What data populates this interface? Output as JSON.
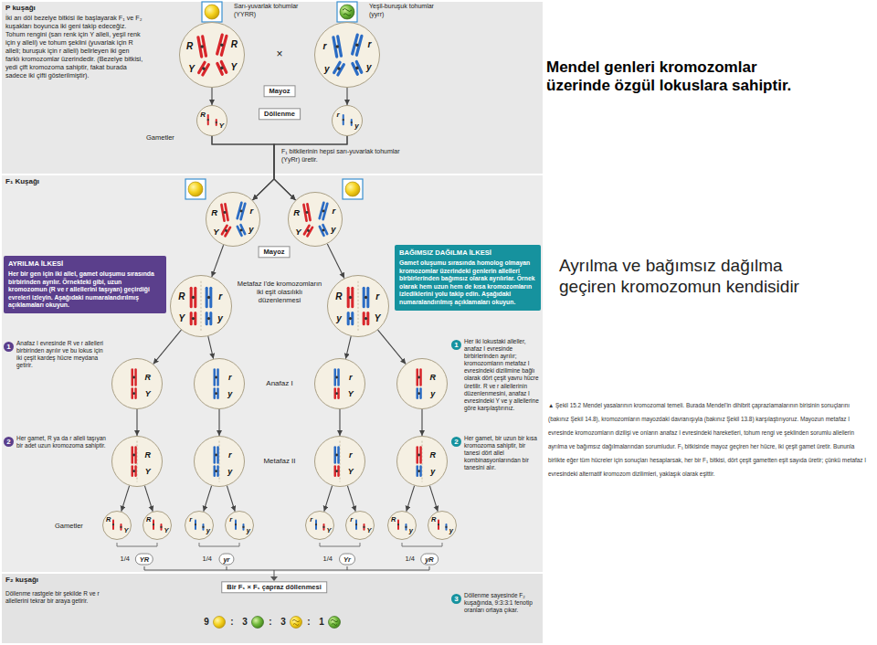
{
  "diagram": {
    "title": "Mendel genleri kromozomlar üzerinde özgül lokuslara sahiptir.",
    "caption": "▲ Şekil 15.2 Mendel yasalarının kromozomal temeli. Burada Mendel'in dihibrit çaprazlamalarının birisinin sonuçlarını (bakınız Şekil 14.8), kromozomların mayozdaki davranışıyla (bakınız Şekil 13.8) karşılaştırıyoruz. Mayozun metafaz I evresinde kromozomların dizilişi ve onların anafaz I evresindeki hareketleri, tohum rengi ve şeklinden sorumlu allellerin ayrılma ve bağımsız dağılmalarından sorumludur. F₁ bitkisinde mayoz geçiren her hücre, iki çeşit gamet üretir. Bununla birlikte eğer tüm hücreler için sonuçları hesaplarsak, her bir F₁ bitkisi, dört çeşit gametten eşit sayıda üretir; çünkü metafaz I evresindeki alternatif kromozom dizilimleri, yaklaşık olarak eşittir.",
    "nodes": [
      {
        "text": [
          "P kuşağı",
          "İki arı döl bezelye bitkisi ile başlayarak F₁ ve F₂ kuşakları boyunca iki geni takip edeceğiz. Tohum rengini (sarı renk için Y alleli, yeşil renk için y alleli) ve tohum şeklini (yuvarlak için R alleli; buruşuk için r alleli) belirleyen iki gen farklı kromozomlar üzerindedir. (Bezelye bitkisi, yedi çift kromozoma sahiptir, fakat burada sadece iki çifti gösterilmiştir)."
        ]
      },
      {
        "text": [
          "R",
          "R",
          "Y",
          "Y"
        ],
        "in": 0
      },
      {
        "text": [
          "r",
          "r",
          "y",
          "y"
        ],
        "in": 0
      },
      {
        "text": [
          "Mayoz"
        ],
        "in": 0
      },
      {
        "text": [
          "Döllenme"
        ],
        "in": 0
      },
      {
        "text": [
          "R",
          "Y"
        ],
        "in": 0
      },
      {
        "text": [
          "r",
          "y"
        ],
        "in": 0
      },
      {
        "text": [
          "F₁ Kuşağı"
        ]
      },
      {
        "text": [
          "R",
          "r",
          "Y",
          "y"
        ],
        "in": 7
      },
      {
        "text": [
          "R",
          "r",
          "Y",
          "y"
        ],
        "in": 7
      },
      {
        "text": [
          "Mayoz"
        ],
        "in": 7
      },
      {
        "text": [
          "AYRILMA İLKESİ",
          "Her bir gen için iki allel, gamet oluşumu sırasında birbirinden ayrılır. Örnekteki gibi, uzun kromozomun (R ve r allellerini taşıyan) geçirdiği evreleri izleyin. Aşağıdaki numaralandırılmış açıklamaları okuyun."
        ],
        "in": 7
      },
      {
        "text": [
          "BAĞIMSIZ DAĞILMA İLKESİ",
          "Gamet oluşumu sırasında homolog olmayan kromozomlar üzerindeki genlerin allelleri birbirlerinden bağımsız olarak ayrılırlar. Örnek olarak hem uzun hem de kısa kromozomların izlediklerini yolu takip edin. Aşağıdaki numaralandırılmış açıklamaları okuyun."
        ],
        "in": 7
      },
      {
        "text": [
          "R",
          "r",
          "Y",
          "y"
        ],
        "in": 7
      },
      {
        "text": [
          "R",
          "r",
          "y",
          "Y"
        ],
        "in": 7
      },
      {
        "text": [
          "R",
          "Y"
        ],
        "in": 7
      },
      {
        "text": [
          "r",
          "y"
        ],
        "in": 7
      },
      {
        "text": [
          "r",
          "Y"
        ],
        "in": 7
      },
      {
        "text": [
          "R",
          "y"
        ],
        "in": 7
      },
      {
        "text": [
          "R",
          "Y"
        ],
        "in": 7
      },
      {
        "text": [
          "r",
          "y"
        ],
        "in": 7
      },
      {
        "text": [
          "r",
          "Y"
        ],
        "in": 7
      },
      {
        "text": [
          "R",
          "y"
        ],
        "in": 7
      },
      {
        "text": [
          "R",
          "Y"
        ],
        "in": 7
      },
      {
        "text": [
          "R",
          "Y"
        ],
        "in": 7
      },
      {
        "text": [
          "r",
          "y"
        ],
        "in": 7
      },
      {
        "text": [
          "r",
          "y"
        ],
        "in": 7
      },
      {
        "text": [
          "r",
          "Y"
        ],
        "in": 7
      },
      {
        "text": [
          "r",
          "Y"
        ],
        "in": 7
      },
      {
        "text": [
          "R",
          "y"
        ],
        "in": 7
      },
      {
        "text": [
          "R",
          "y"
        ],
        "in": 7
      },
      {
        "text": [
          "YR"
        ],
        "in": 7
      },
      {
        "text": [
          "yr"
        ],
        "in": 7
      },
      {
        "text": [
          "Yr"
        ],
        "in": 7
      },
      {
        "text": [
          "yR"
        ],
        "in": 7
      },
      {
        "text": [
          "F₂ kuşağı"
        ]
      },
      {
        "text": [
          "Bir F₁ × F₁ çapraz döllenmesi"
        ],
        "in": 35
      }
    ],
    "edges": [
      {
        "from": 1,
        "to": 5,
        "arrow": "to"
      },
      {
        "from": 2,
        "to": 6,
        "arrow": "to"
      },
      {
        "from": 5,
        "to": 8,
        "arrow": "to"
      },
      {
        "from": 5,
        "to": 9,
        "arrow": "to"
      },
      {
        "from": 6,
        "to": 8,
        "arrow": "to"
      },
      {
        "from": 6,
        "to": 9,
        "arrow": "to"
      },
      {
        "from": 8,
        "to": 13,
        "arrow": "to"
      },
      {
        "from": 9,
        "to": 14,
        "arrow": "to"
      },
      {
        "from": 13,
        "to": 15,
        "arrow": "to"
      },
      {
        "from": 13,
        "to": 16,
        "arrow": "to"
      },
      {
        "from": 14,
        "to": 17,
        "arrow": "to"
      },
      {
        "from": 14,
        "to": 18,
        "arrow": "to"
      },
      {
        "from": 15,
        "to": 19,
        "arrow": "to"
      },
      {
        "from": 16,
        "to": 20,
        "arrow": "to"
      },
      {
        "from": 17,
        "to": 21,
        "arrow": "to"
      },
      {
        "from": 18,
        "to": 22,
        "arrow": "to"
      },
      {
        "from": 19,
        "to": 23,
        "arrow": "to"
      },
      {
        "from": 19,
        "to": 24,
        "arrow": "to"
      },
      {
        "from": 20,
        "to": 25,
        "arrow": "to"
      },
      {
        "from": 20,
        "to": 26,
        "arrow": "to"
      },
      {
        "from": 21,
        "to": 27,
        "arrow": "to"
      },
      {
        "from": 21,
        "to": 28,
        "arrow": "to"
      },
      {
        "from": 22,
        "to": 29,
        "arrow": "to"
      },
      {
        "from": 22,
        "to": 30,
        "arrow": "to"
      }
    ],
    "labels": [
      "Sarı-yuvarlak tohumlar (YYRR)",
      "Yeşil-buruşuk tohumlar (yyrr)",
      "×",
      "Gametler",
      "F₁ bitkilerinin hepsi sarı-yuvarlak tohumlar (YyRr) üretir.",
      "Metafaz I'de kromozomların iki eşit olasılıklı düzenlenmesi",
      "1",
      "Anafaz I evresinde R ve r allelleri birbirinden ayrılır ve bu lokus için iki çeşit kardeş hücre meydana getirir.",
      "1",
      "Her iki lokustaki alleller, anafaz I evresinde birbirlerinden ayrılır; kromozomların metafaz I evresindeki dizilimine bağlı olarak dört çeşit yavru hücre üretilir. R ve r allellerinin düzenlenmesini, anafaz I evresindeki Y ve y allellerine göre karşılaştırınız.",
      "Anafaz I",
      "Metafaz II",
      "2",
      "Her gamet, R ya da r alleli taşıyan bir adet uzun kromozoma sahiptir.",
      "2",
      "Her gamet, bir uzun bir kısa kromozoma sahiptir, bir tanesi dört allel kombinasyonlarından bir tanesini alır.",
      "Gametler",
      "1/4",
      "1/4",
      "1/4",
      "1/4",
      "Döllenme rastgele bir şekilde R ve r allellerini tekrar bir araya getirir.",
      "9",
      ":",
      "3",
      ":",
      "3",
      ":",
      "1",
      "3",
      "Döllenme sayesinde F₂ kuşağında, 9:3:3:1 fenotip oranları ortaya çıkar.",
      "Ayrılma ve bağımsız dağılma geçiren kromozomun kendisidir"
    ]
  }
}
